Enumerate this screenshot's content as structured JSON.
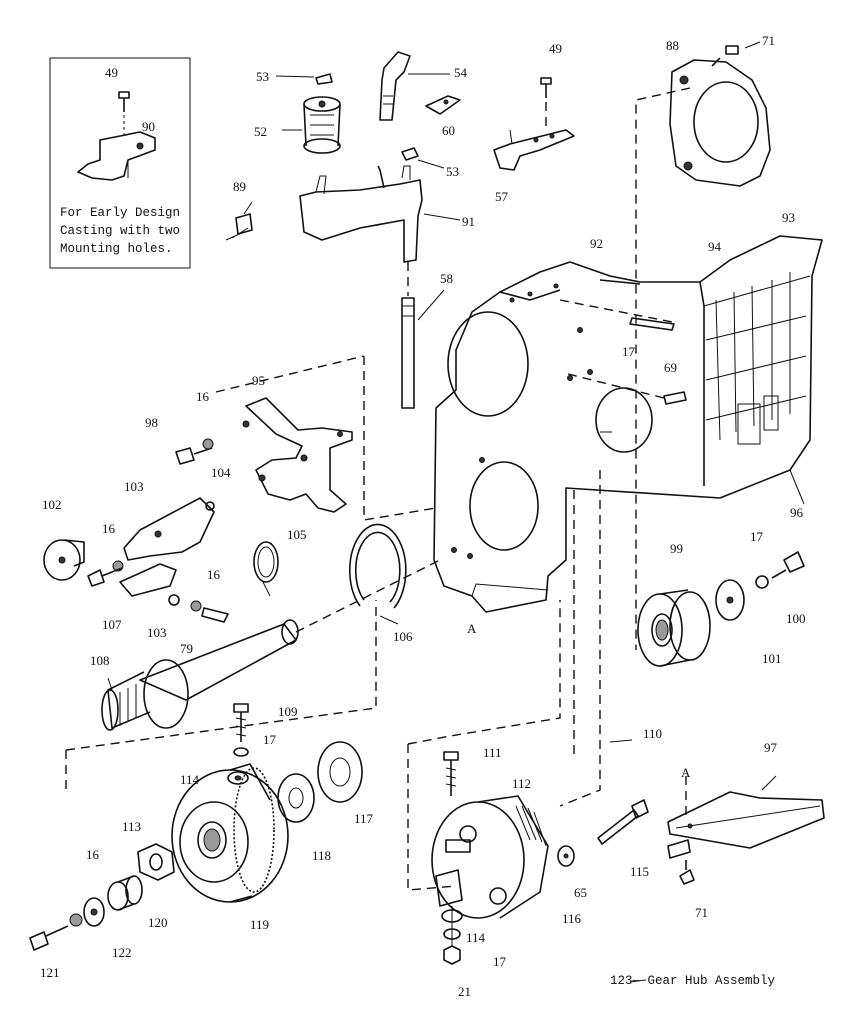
{
  "inset": {
    "note_lines": [
      "For Early Design",
      "Casting with two",
      "Mounting holes."
    ],
    "labels": [
      "49",
      "90"
    ]
  },
  "caption": "123— Gear Hub Assembly",
  "section_markers": [
    "A",
    "A"
  ],
  "callouts": {
    "c53a": "53",
    "c54": "54",
    "c49b": "49",
    "c88": "88",
    "c71a": "71",
    "c52": "52",
    "c60": "60",
    "c53b": "53",
    "c57": "57",
    "c89": "89",
    "c91": "91",
    "c92": "92",
    "c93": "93",
    "c94": "94",
    "c58": "58",
    "c17a": "17",
    "c69": "69",
    "c95": "95",
    "c16a": "16",
    "c98": "98",
    "c104": "104",
    "c103a": "103",
    "c102": "102",
    "c16b": "16",
    "c105": "105",
    "c96": "96",
    "c99": "99",
    "c17b": "17",
    "c16c": "16",
    "c107": "107",
    "c103b": "103",
    "c79": "79",
    "c106": "106",
    "c100": "100",
    "c101": "101",
    "c108": "108",
    "c109": "109",
    "c17c": "17",
    "c110": "110",
    "c97": "97",
    "c111": "111",
    "c112": "112",
    "c114a": "114",
    "c117": "117",
    "c113": "113",
    "c118": "118",
    "c16d": "16",
    "c115": "115",
    "c65": "65",
    "c116": "116",
    "c120": "120",
    "c119": "119",
    "c71b": "71",
    "c114b": "114",
    "c122": "122",
    "c121": "121",
    "c17d": "17",
    "c21": "21"
  }
}
